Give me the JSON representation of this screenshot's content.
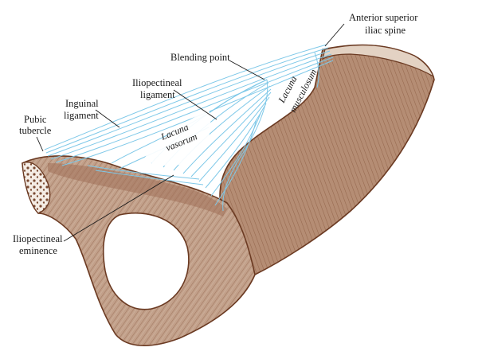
{
  "figure": {
    "labels": {
      "anterior_superior_iliac_spine": [
        "Anterior superior",
        "iliac spine"
      ],
      "blending_point": "Blending point",
      "iliopectineal_ligament": [
        "Iliopectineal",
        "ligament"
      ],
      "inguinal_ligament": [
        "Inguinal",
        "ligament"
      ],
      "pubic_tubercle": [
        "Pubic",
        "tubercle"
      ],
      "lacuna_vasorum": [
        "Lacuna",
        "vasorum"
      ],
      "lacuna_musculosum": [
        "Lacuna",
        "musculosum"
      ],
      "iliopectineal_eminence": [
        "Iliopectineal",
        "eminence"
      ]
    },
    "colors": {
      "bone": "#b99680",
      "bone_dark": "#8a5a40",
      "bone_light": "#d8c2b0",
      "outline": "#6b3a22",
      "ligament": "#7ec8e8"
    }
  }
}
